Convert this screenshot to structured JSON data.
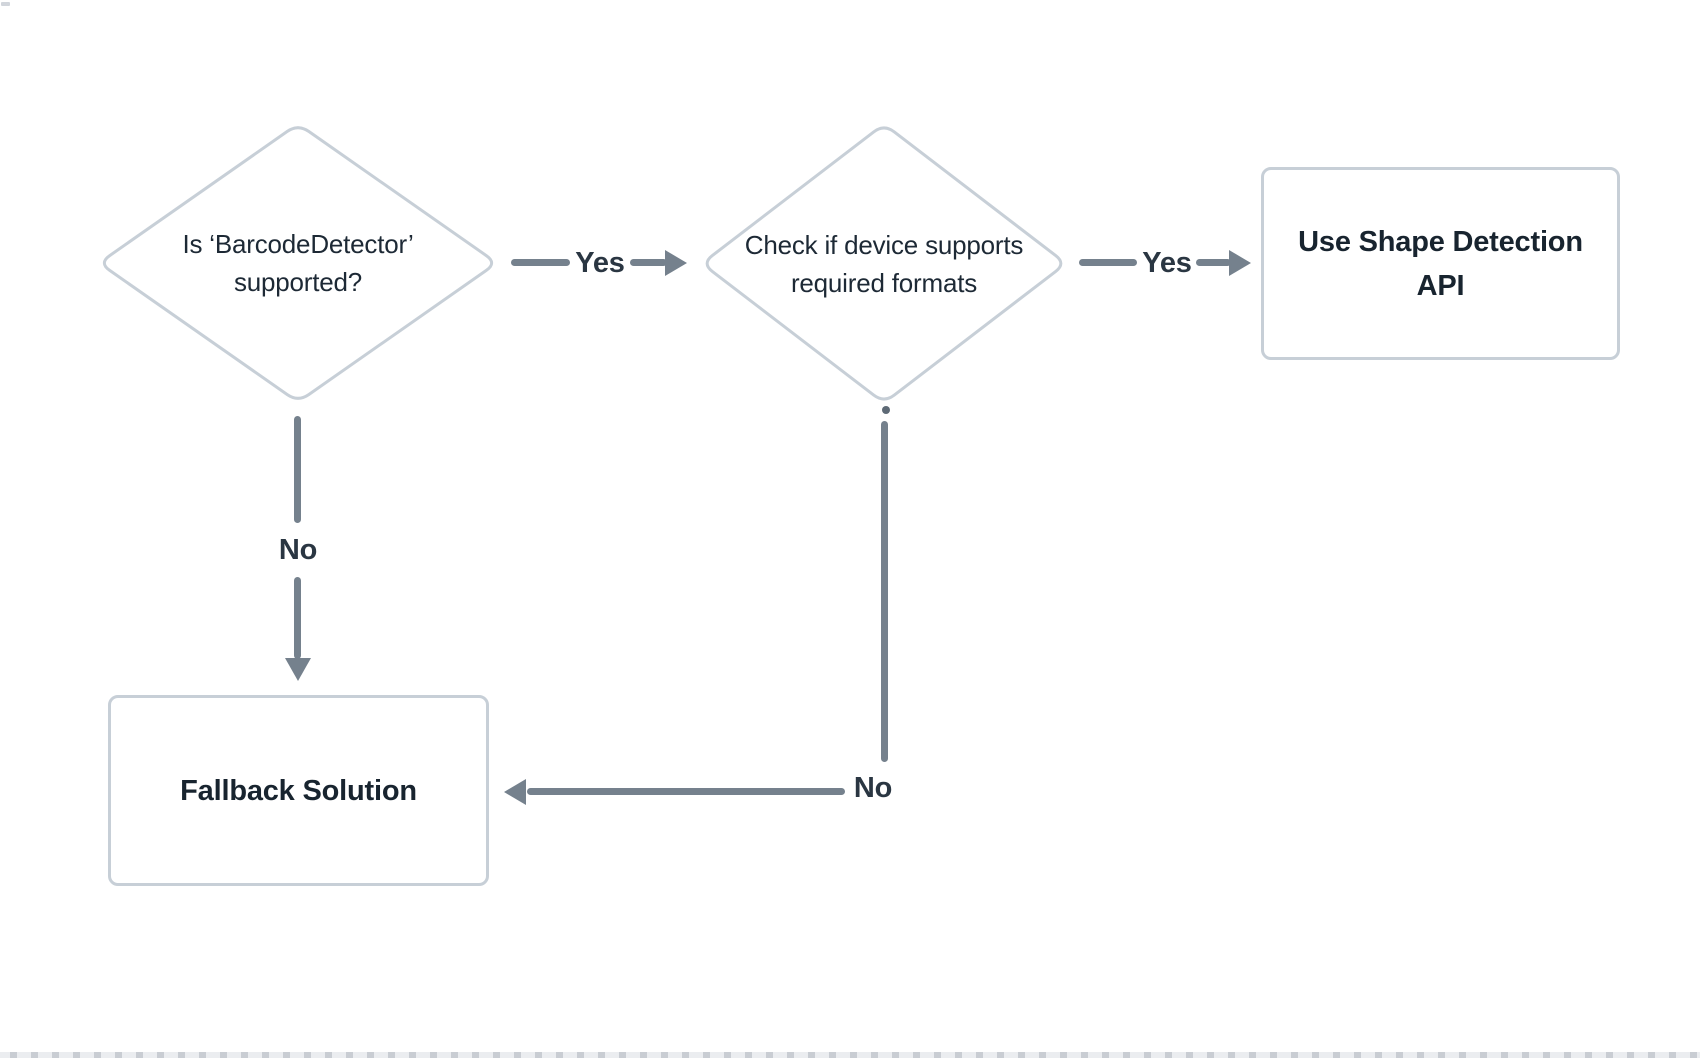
{
  "diagram": {
    "type": "flowchart",
    "nodes": {
      "decision1": {
        "shape": "diamond",
        "label": "Is ‘BarcodeDetector’ supported?"
      },
      "decision2": {
        "shape": "diamond",
        "label": "Check if device supports required formats"
      },
      "process1": {
        "shape": "rectangle",
        "label": "Use Shape Detection API"
      },
      "process2": {
        "shape": "rectangle",
        "label": "Fallback Solution"
      }
    },
    "edges": [
      {
        "from": "decision1",
        "to": "decision2",
        "label": "Yes"
      },
      {
        "from": "decision2",
        "to": "process1",
        "label": "Yes"
      },
      {
        "from": "decision1",
        "to": "process2",
        "label": "No"
      },
      {
        "from": "decision2",
        "to": "process2",
        "label": "No"
      }
    ],
    "colors": {
      "background": "#ffffff",
      "node_fill": "#ffffff",
      "node_border": "#c7cfd7",
      "node_text": "#1d2935",
      "edge": "#75818d",
      "edge_label_text": "#2a3642",
      "bottom_strip": "#ebedf0",
      "bottom_strip_tick": "#c9cdd3"
    }
  }
}
